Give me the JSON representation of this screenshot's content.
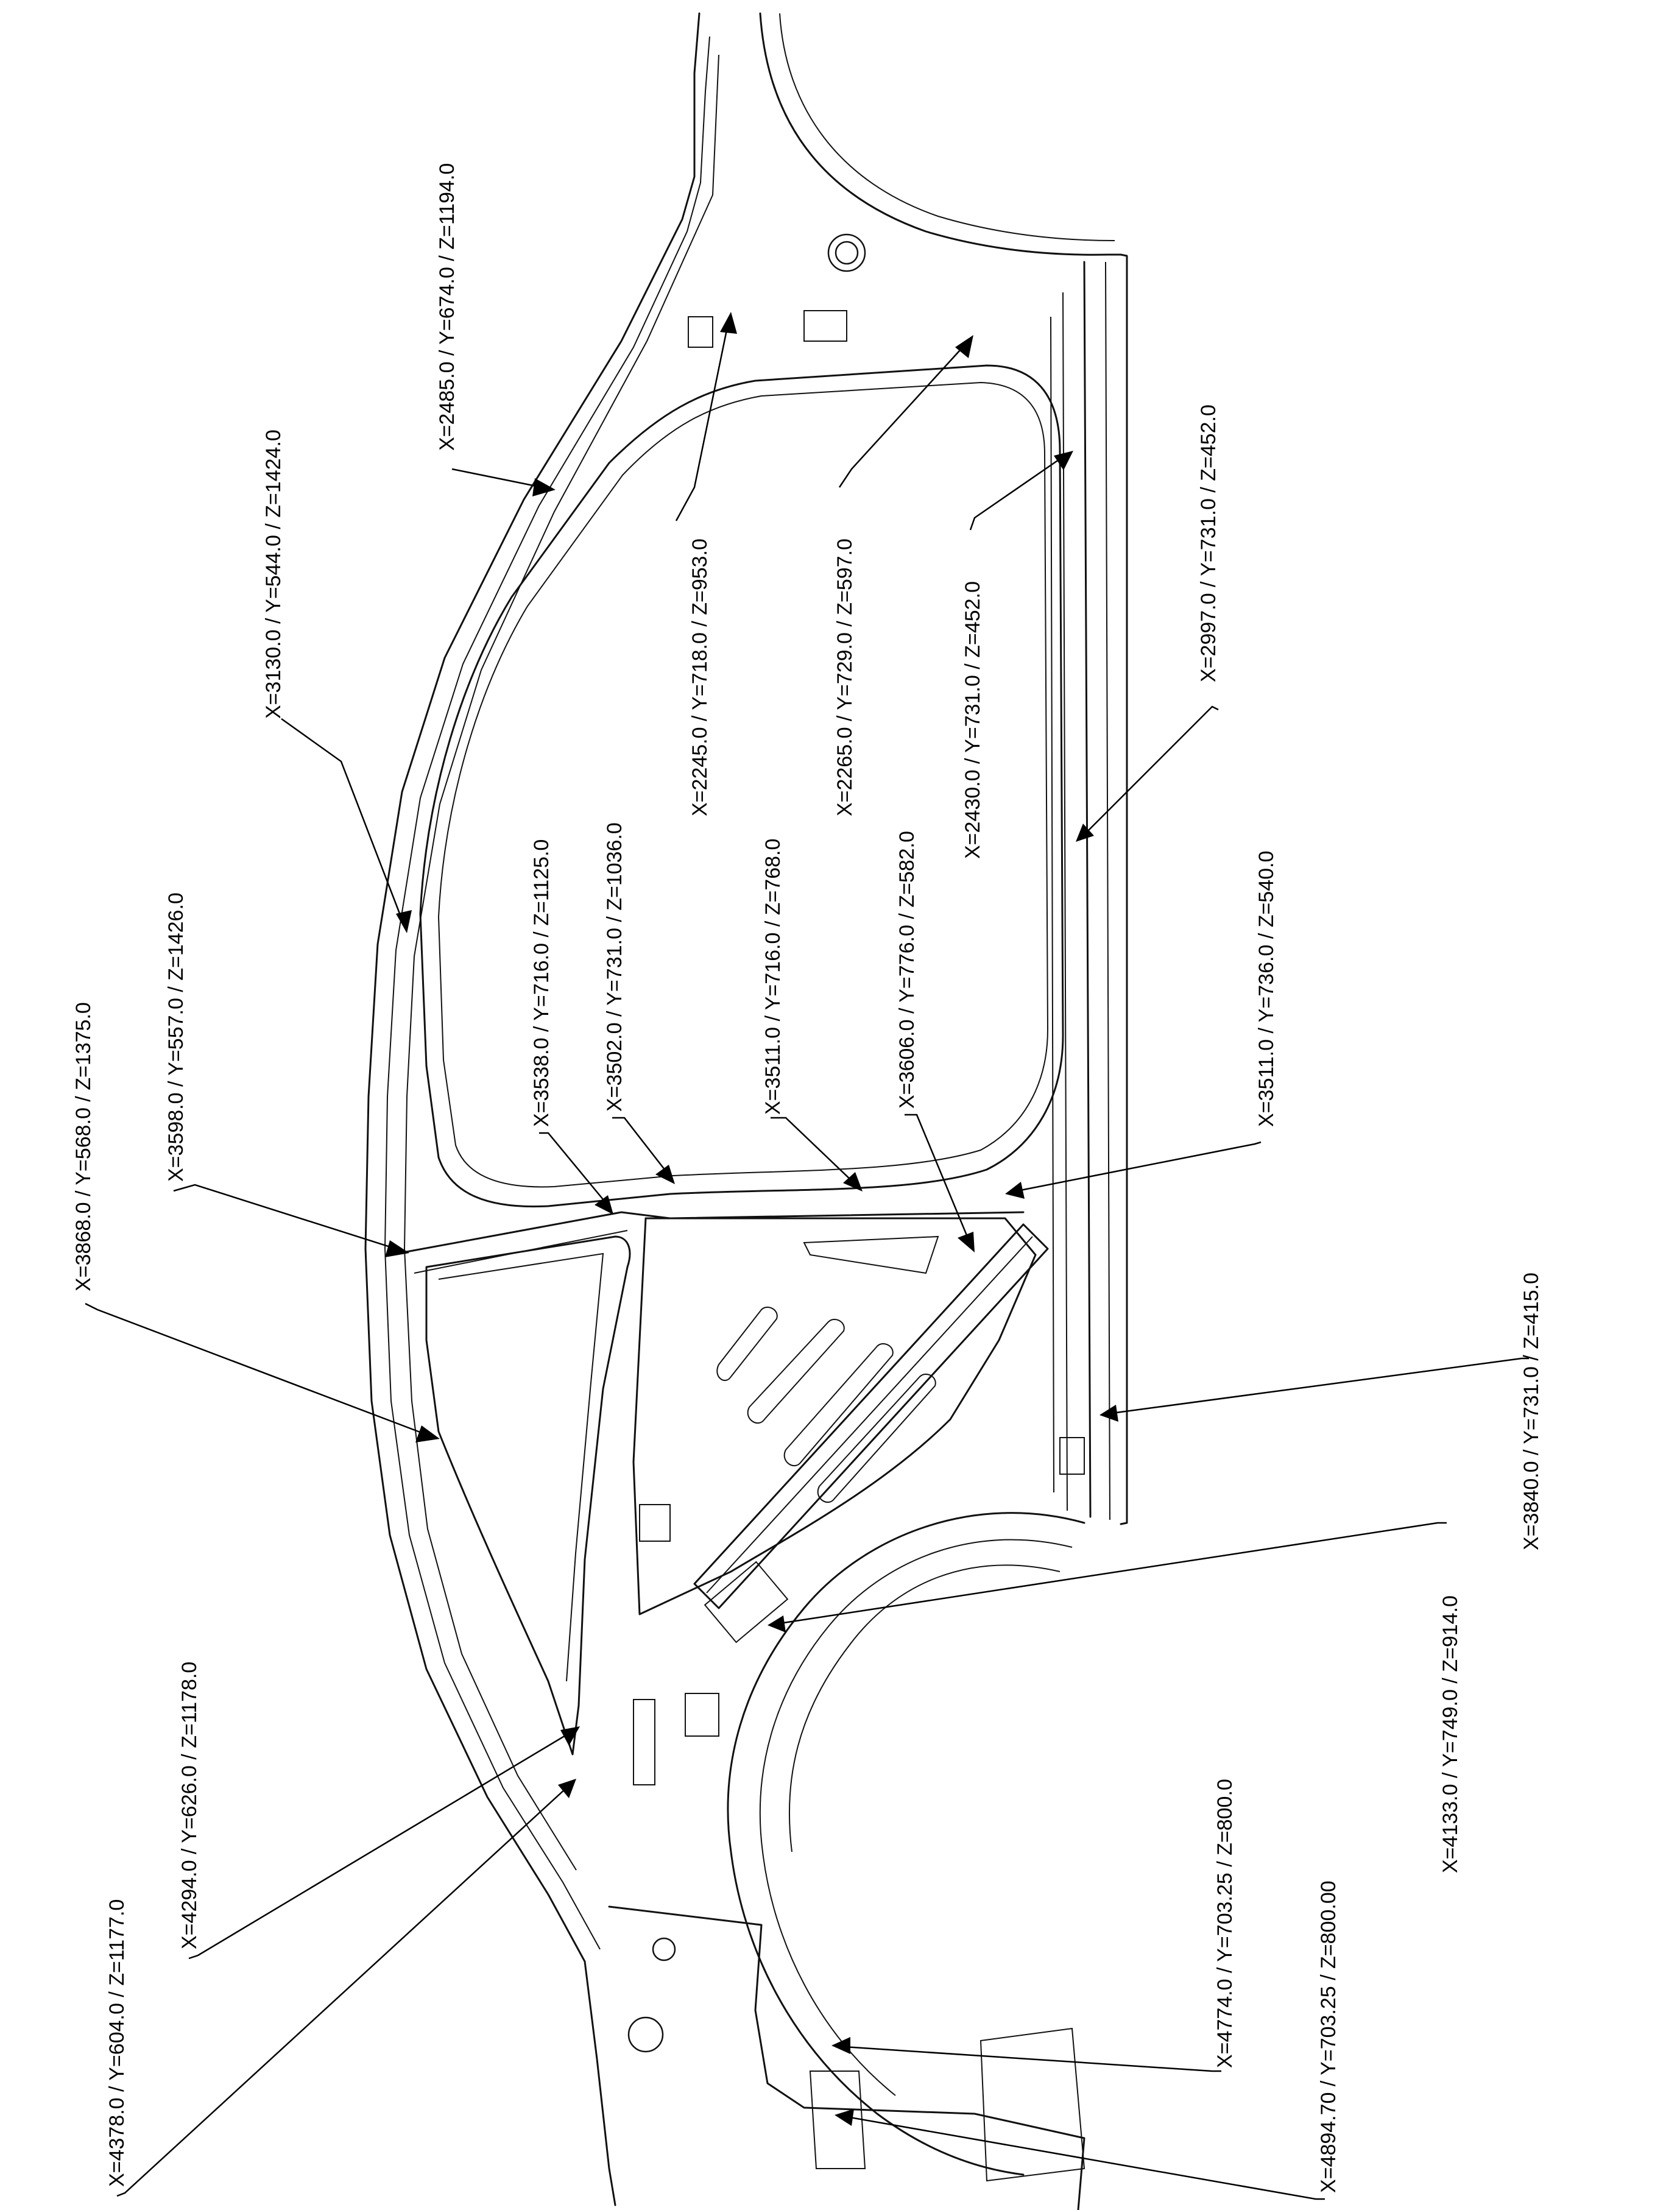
{
  "callouts": [
    {
      "id": "c01",
      "text": "X=2485.0 / Y=674.0 / Z=1194.0"
    },
    {
      "id": "c02",
      "text": "X=3130.0 / Y=544.0 / Z=1424.0"
    },
    {
      "id": "c03",
      "text": "X=2245.0 / Y=718.0 / Z=953.0"
    },
    {
      "id": "c04",
      "text": "X=2265.0 / Y=729.0 / Z=597.0"
    },
    {
      "id": "c05",
      "text": "X=2430.0 / Y=731.0 / Z=452.0"
    },
    {
      "id": "c06",
      "text": "X=2997.0 / Y=731.0 / Z=452.0"
    },
    {
      "id": "c07",
      "text": "X=3598.0 / Y=557.0 / Z=1426.0"
    },
    {
      "id": "c08",
      "text": "X=3868.0 / Y=568.0 / Z=1375.0"
    },
    {
      "id": "c09",
      "text": "X=3538.0 / Y=716.0 / Z=1125.0"
    },
    {
      "id": "c10",
      "text": "X=3502.0 / Y=731.0 / Z=1036.0"
    },
    {
      "id": "c11",
      "text": "X=3511.0 / Y=716.0 / Z=768.0"
    },
    {
      "id": "c12",
      "text": "X=3606.0 / Y=776.0 / Z=582.0"
    },
    {
      "id": "c13",
      "text": "X=3511.0 / Y=736.0 / Z=540.0"
    },
    {
      "id": "c14",
      "text": "X=3840.0 / Y=731.0 / Z=415.0"
    },
    {
      "id": "c15",
      "text": "X=4133.0 / Y=749.0 / Z=914.0"
    },
    {
      "id": "c16",
      "text": "X=4774.0 / Y=703.25 / Z=800.0"
    },
    {
      "id": "c17",
      "text": "X=4894.70 / Y=703.25 / Z=800.00"
    },
    {
      "id": "c18",
      "text": "X=4294.0 / Y=626.0 / Z=1178.0"
    },
    {
      "id": "c19",
      "text": "X=4378.0 / Y=604.0 / Z=1177.0"
    }
  ]
}
